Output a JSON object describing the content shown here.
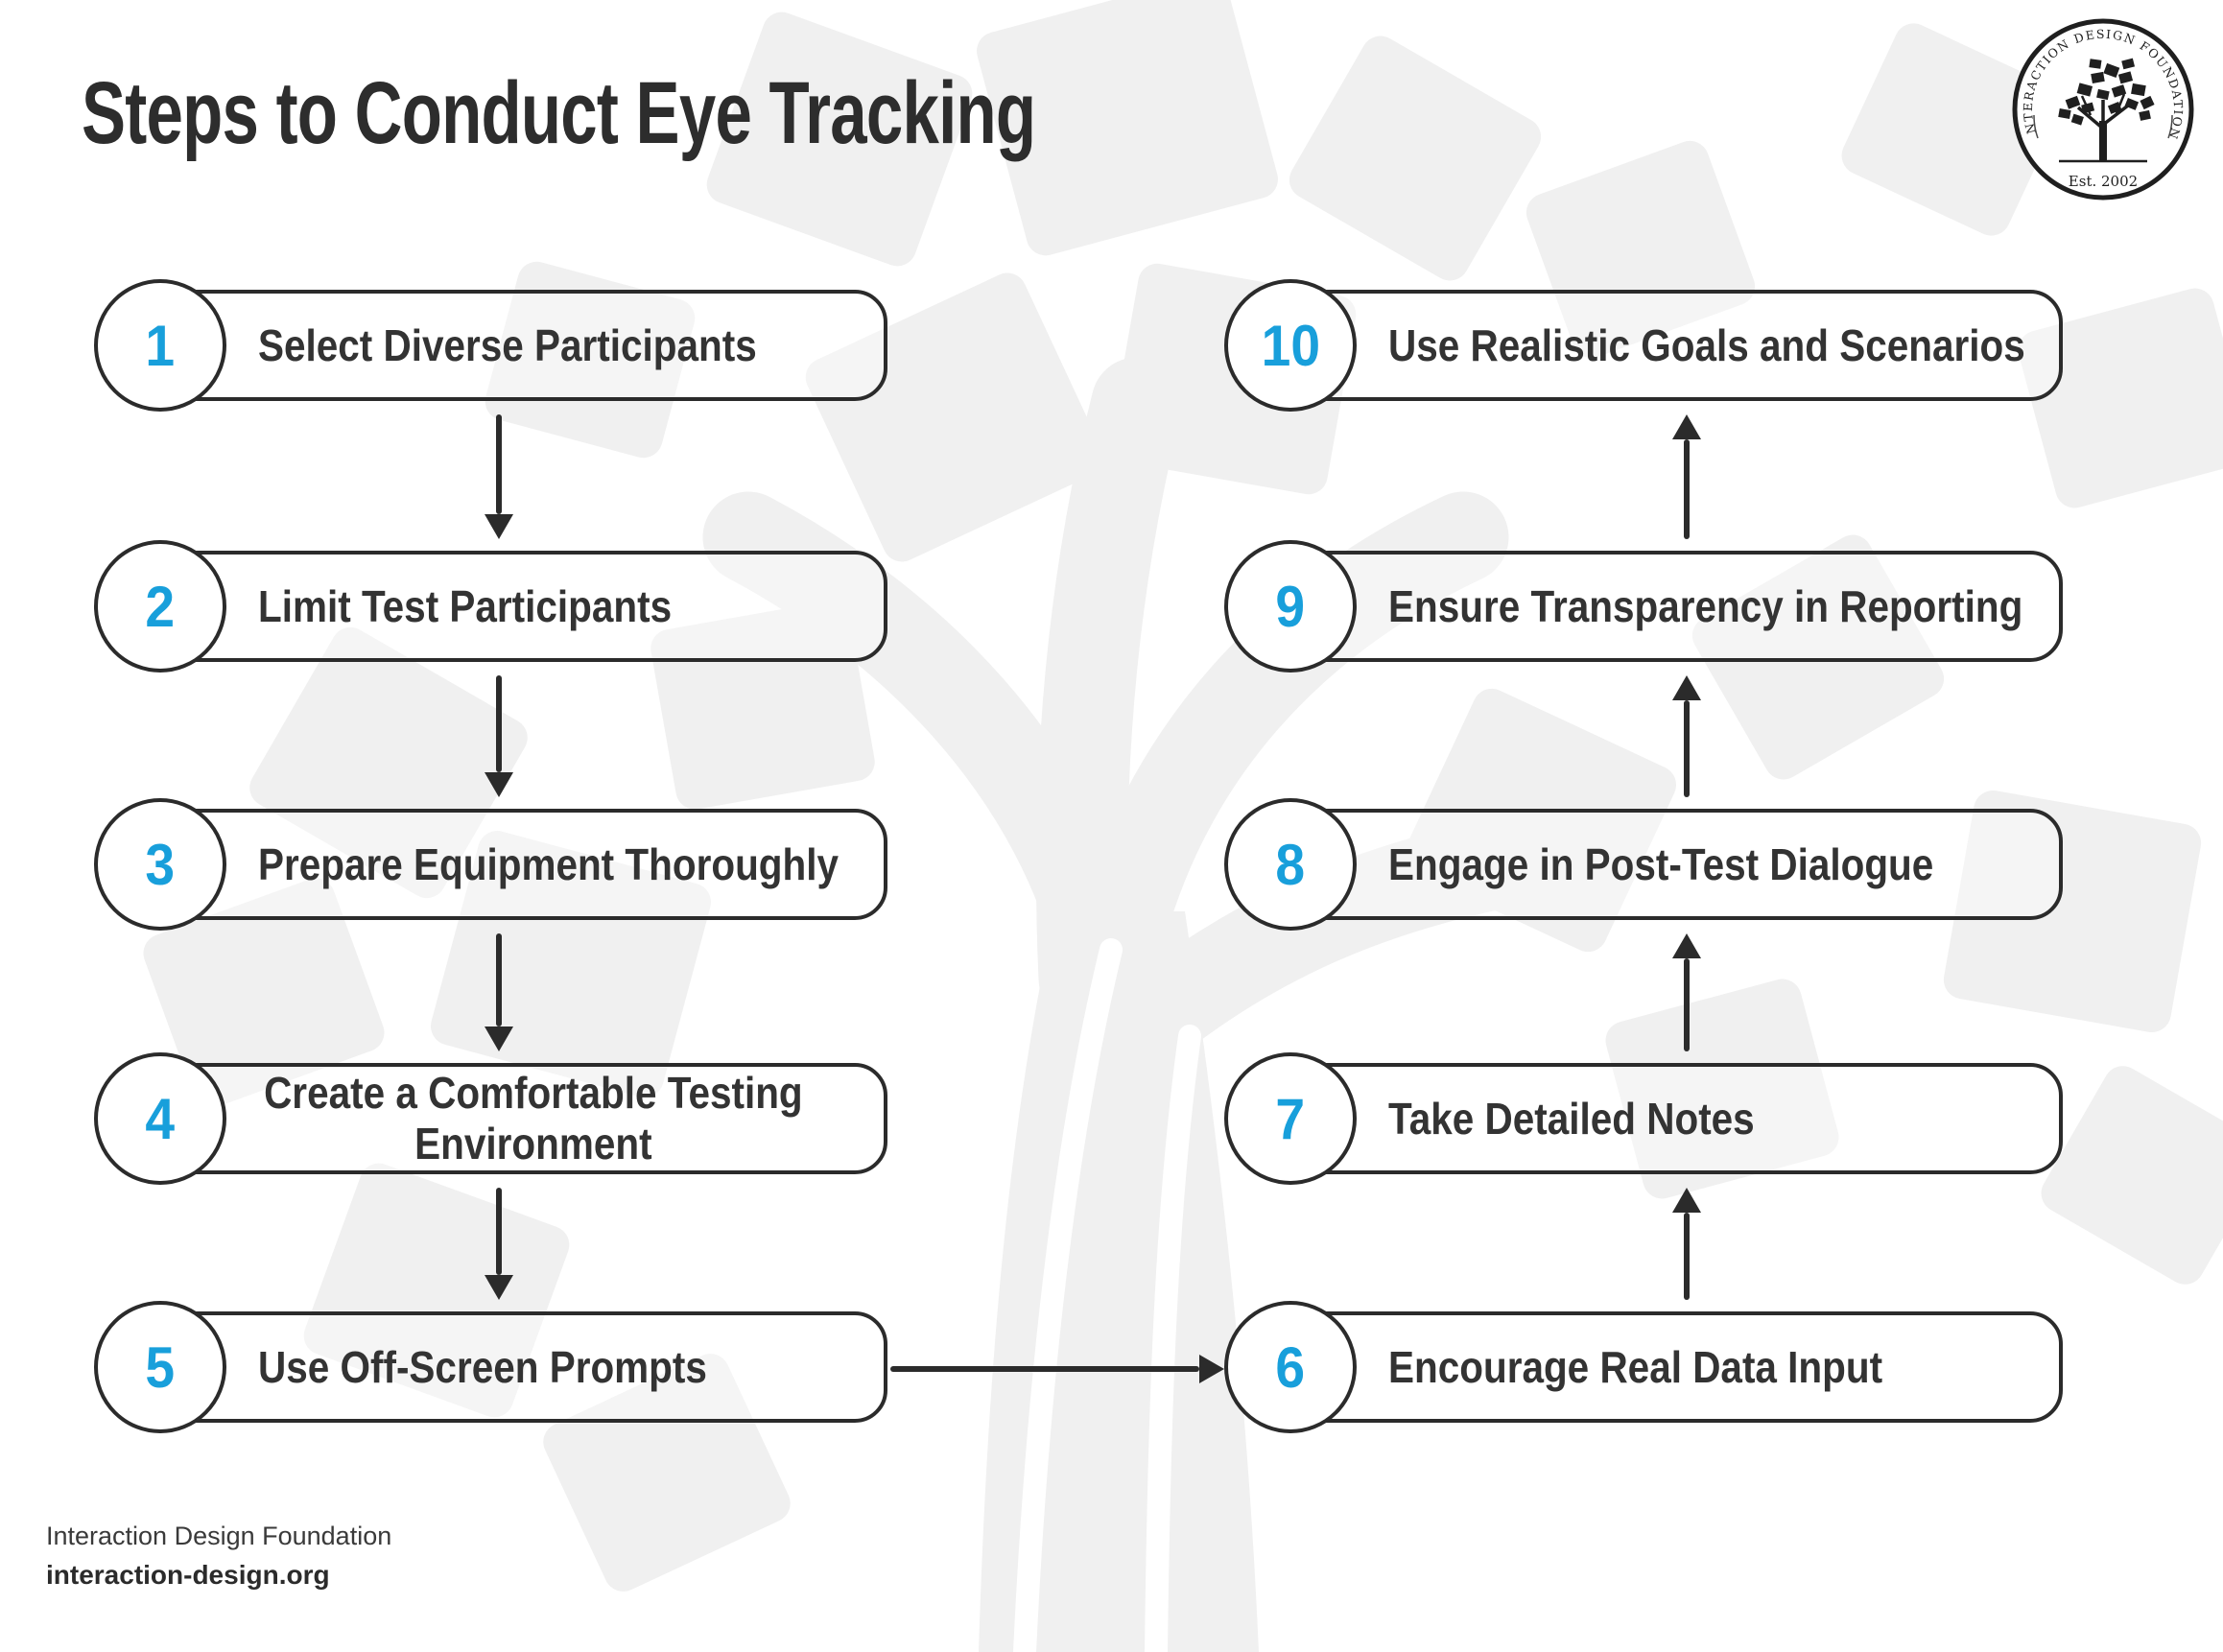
{
  "title": "Steps to Conduct Eye Tracking",
  "logo": {
    "text_top": "INTERACTION DESIGN FOUNDATION",
    "text_bottom": "Est. 2002"
  },
  "footer": {
    "line1": "Interaction Design Foundation",
    "line2": "interaction-design.org"
  },
  "colors": {
    "accent_blue": "#189fdb",
    "ink": "#2b2b2b",
    "label_text": "#333333",
    "watermark_gray": "#f0f0f0"
  },
  "steps": [
    {
      "number": "1",
      "label": "Select Diverse Participants"
    },
    {
      "number": "2",
      "label": "Limit Test Participants"
    },
    {
      "number": "3",
      "label": "Prepare Equipment Thoroughly"
    },
    {
      "number": "4",
      "label": "Create a Comfortable Testing Environment"
    },
    {
      "number": "5",
      "label": "Use Off-Screen Prompts"
    },
    {
      "number": "6",
      "label": "Encourage Real Data Input"
    },
    {
      "number": "7",
      "label": "Take Detailed Notes"
    },
    {
      "number": "8",
      "label": "Engage in Post-Test Dialogue"
    },
    {
      "number": "9",
      "label": "Ensure Transparency in Reporting"
    },
    {
      "number": "10",
      "label": "Use Realistic Goals and Scenarios"
    }
  ]
}
